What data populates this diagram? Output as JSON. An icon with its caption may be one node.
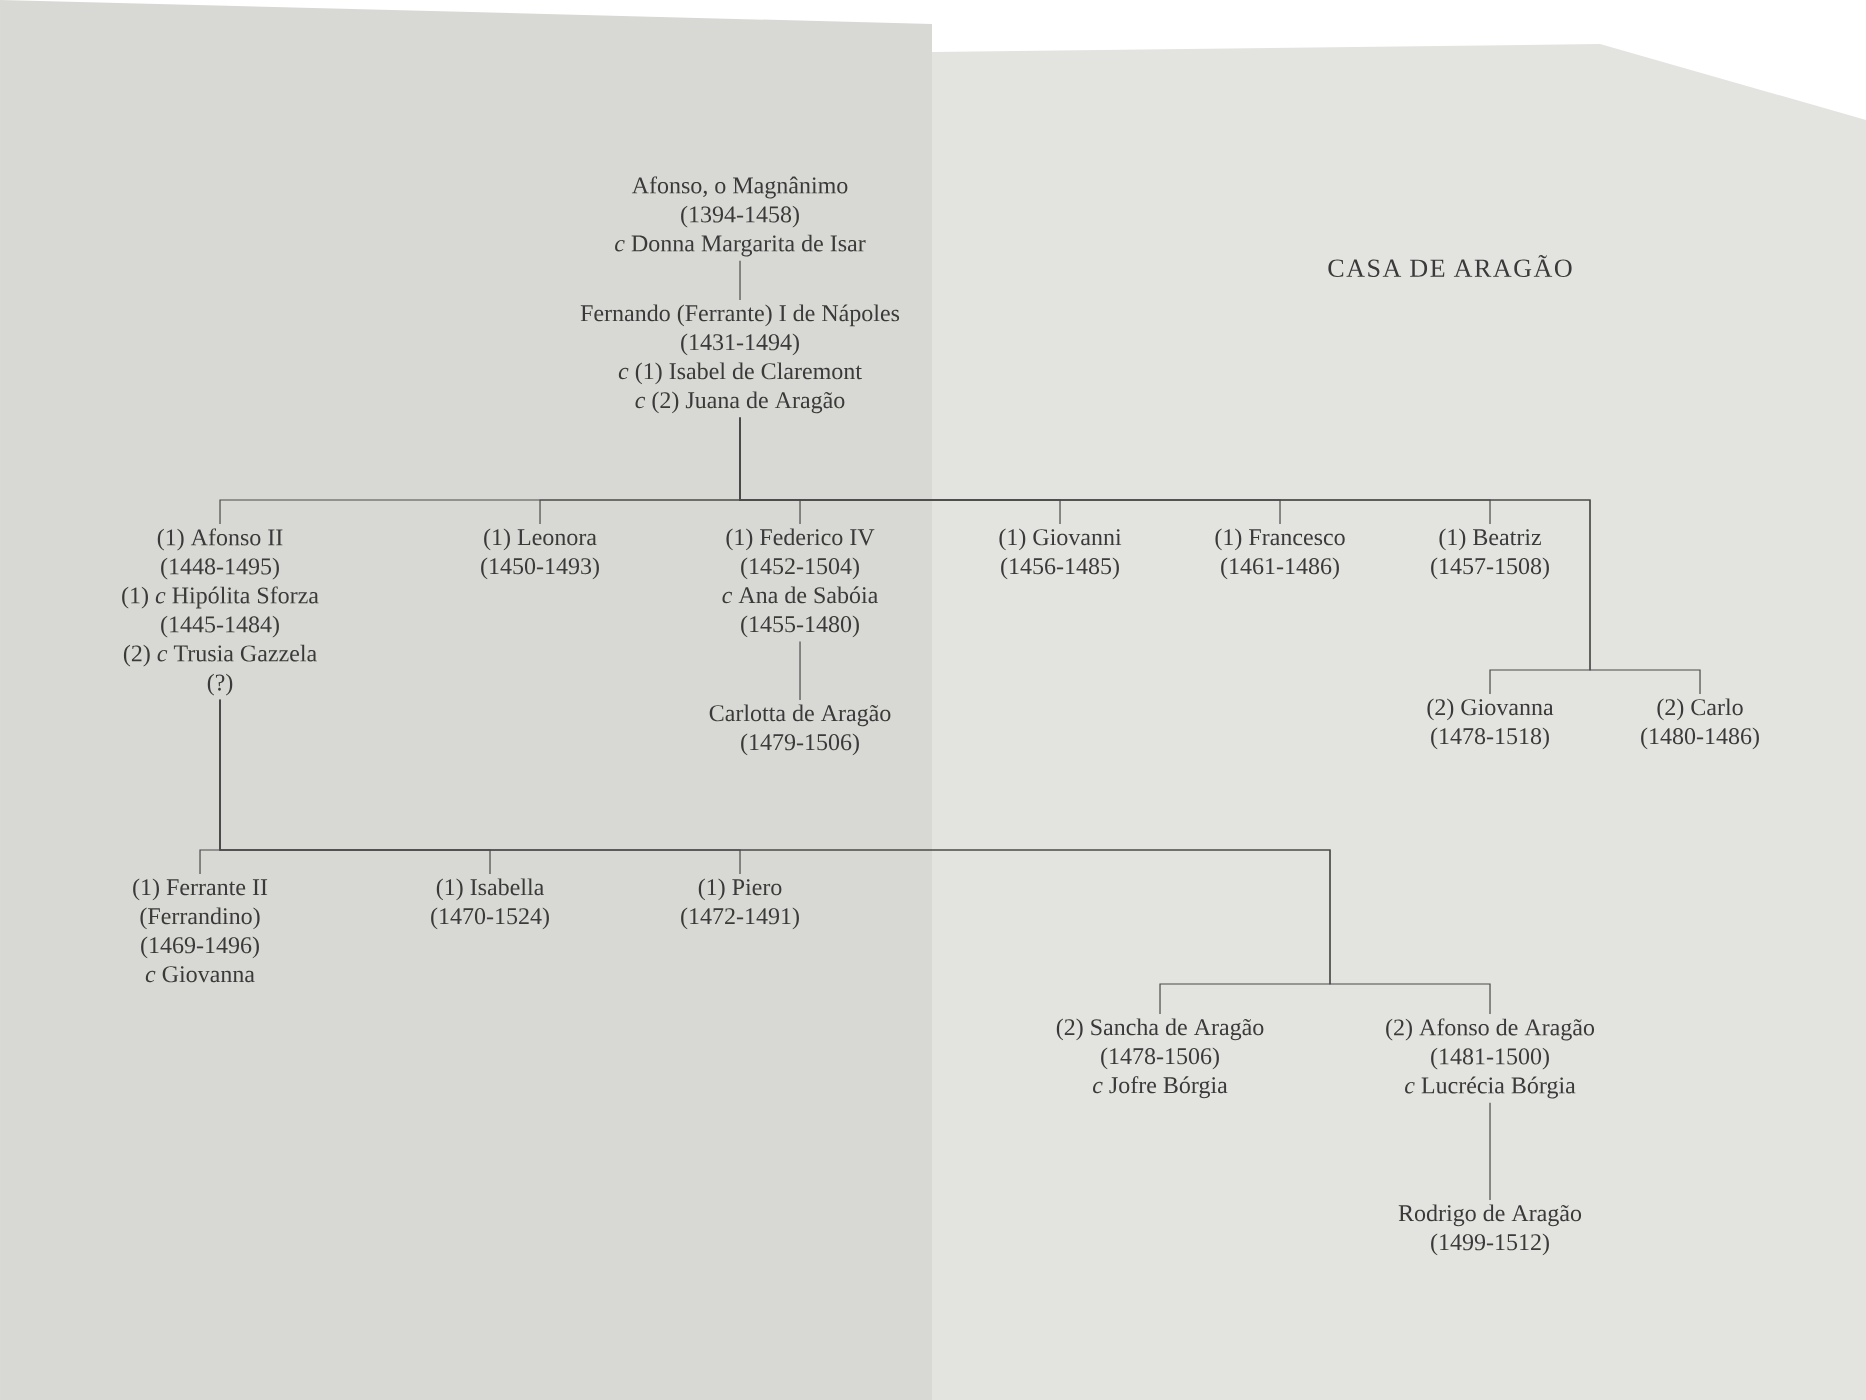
{
  "diagram": {
    "title": "CASA DE ARAGÃO",
    "nodes": [
      {
        "text": [
          "Afonso, o Magnânimo",
          "(1394-1458)",
          "*c* Donna Margarita de Isar"
        ]
      },
      {
        "text": [
          "Fernando (Ferrante) I de Nápoles",
          "(1431-1494)",
          "*c* (1) Isabel de Claremont",
          "*c* (2) Juana de Aragão"
        ]
      },
      {
        "text": [
          "(1) Afonso II",
          "(1448-1495)",
          "(1) *c* Hipólita Sforza",
          "(1445-1484)",
          "(2) *c* Trusia Gazzela",
          "(?)"
        ]
      },
      {
        "text": [
          "(1) Leonora",
          "(1450-1493)"
        ]
      },
      {
        "text": [
          "(1) Federico IV",
          "(1452-1504)",
          "*c* Ana de Sabóia",
          "(1455-1480)"
        ]
      },
      {
        "text": [
          "(1) Giovanni",
          "(1456-1485)"
        ]
      },
      {
        "text": [
          "(1) Francesco",
          "(1461-1486)"
        ]
      },
      {
        "text": [
          "(1) Beatriz",
          "(1457-1508)"
        ]
      },
      {
        "text": [
          "(2) Giovanna",
          "(1478-1518)"
        ]
      },
      {
        "text": [
          "(2) Carlo",
          "(1480-1486)"
        ]
      },
      {
        "text": [
          "Carlotta de Aragão",
          "(1479-1506)"
        ]
      },
      {
        "text": [
          "(1) Ferrante II",
          "(Ferrandino)",
          "(1469-1496)",
          "*c* Giovanna"
        ]
      },
      {
        "text": [
          "(1) Isabella",
          "(1470-1524)"
        ]
      },
      {
        "text": [
          "(1) Piero",
          "(1472-1491)"
        ]
      },
      {
        "text": [
          "(2) Sancha de Aragão",
          "(1478-1506)",
          "*c* Jofre Bórgia"
        ]
      },
      {
        "text": [
          "(2) Afonso de Aragão",
          "(1481-1500)",
          "*c* Lucrécia Bórgia"
        ]
      },
      {
        "text": [
          "Rodrigo de Aragão",
          "(1499-1512)"
        ]
      }
    ],
    "edges": [
      {
        "from": 0,
        "to": 1,
        "arrow": "none"
      },
      {
        "from": 1,
        "to": 2,
        "arrow": "none"
      },
      {
        "from": 1,
        "to": 3,
        "arrow": "none"
      },
      {
        "from": 1,
        "to": 4,
        "arrow": "none"
      },
      {
        "from": 1,
        "to": 5,
        "arrow": "none"
      },
      {
        "from": 1,
        "to": 6,
        "arrow": "none"
      },
      {
        "from": 1,
        "to": 7,
        "arrow": "none"
      },
      {
        "from": 1,
        "to": 8,
        "arrow": "none"
      },
      {
        "from": 1,
        "to": 9,
        "arrow": "none"
      },
      {
        "from": 4,
        "to": 10,
        "arrow": "none"
      },
      {
        "from": 2,
        "to": 11,
        "arrow": "none"
      },
      {
        "from": 2,
        "to": 12,
        "arrow": "none"
      },
      {
        "from": 2,
        "to": 13,
        "arrow": "none"
      },
      {
        "from": 2,
        "to": 14,
        "arrow": "none"
      },
      {
        "from": 2,
        "to": 15,
        "arrow": "none"
      },
      {
        "from": 15,
        "to": 16,
        "arrow": "none"
      }
    ]
  }
}
